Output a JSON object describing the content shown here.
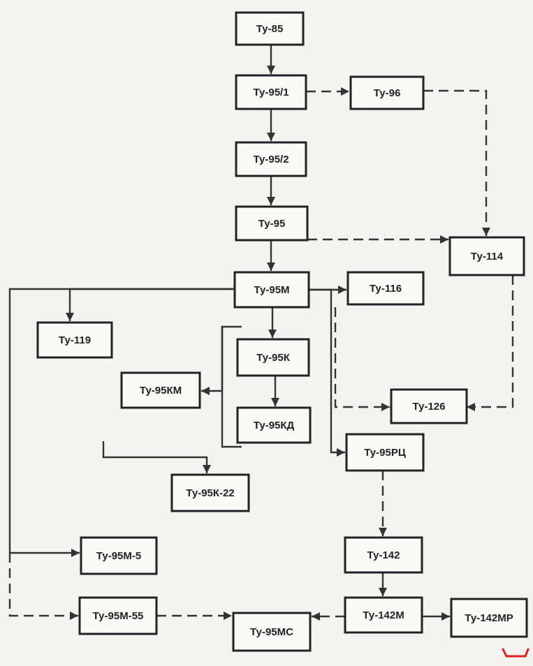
{
  "nodes": [
    {
      "id": "tu85",
      "label": "Ту-85"
    },
    {
      "id": "tu95-1",
      "label": "Ту-95/1"
    },
    {
      "id": "tu96",
      "label": "Ту-96"
    },
    {
      "id": "tu95-2",
      "label": "Ту-95/2"
    },
    {
      "id": "tu95",
      "label": "Ту-95"
    },
    {
      "id": "tu114",
      "label": "Ту-114"
    },
    {
      "id": "tu95m",
      "label": "Ту-95М"
    },
    {
      "id": "tu116",
      "label": "Ту-116"
    },
    {
      "id": "tu119",
      "label": "Ту-119"
    },
    {
      "id": "tu95k",
      "label": "Ту-95К"
    },
    {
      "id": "tu95km",
      "label": "Ту-95КМ"
    },
    {
      "id": "tu95kd",
      "label": "Ту-95КД"
    },
    {
      "id": "tu126",
      "label": "Ту-126"
    },
    {
      "id": "tu95rc",
      "label": "Ту-95РЦ"
    },
    {
      "id": "tu95k22",
      "label": "Ту-95К-22"
    },
    {
      "id": "tu95m5",
      "label": "Ту-95М-5"
    },
    {
      "id": "tu142",
      "label": "Ту-142"
    },
    {
      "id": "tu95m55",
      "label": "Ту-95М-55"
    },
    {
      "id": "tu142m",
      "label": "Ту-142М"
    },
    {
      "id": "tu142mr",
      "label": "Ту-142МР"
    },
    {
      "id": "tu95ms",
      "label": "Ту-95МС"
    }
  ],
  "edges": [
    {
      "from": "tu85",
      "to": "tu95-1",
      "style": "solid"
    },
    {
      "from": "tu95-1",
      "to": "tu96",
      "style": "dashed"
    },
    {
      "from": "tu95-1",
      "to": "tu95-2",
      "style": "solid"
    },
    {
      "from": "tu96",
      "to": "tu114",
      "style": "dashed"
    },
    {
      "from": "tu95-2",
      "to": "tu95",
      "style": "solid"
    },
    {
      "from": "tu95",
      "to": "tu114",
      "style": "dashed"
    },
    {
      "from": "tu95",
      "to": "tu95m",
      "style": "solid"
    },
    {
      "from": "tu95m",
      "to": "tu116",
      "style": "solid"
    },
    {
      "from": "tu95m",
      "to": "tu119",
      "style": "solid"
    },
    {
      "from": "tu95m",
      "to": "tu95k",
      "style": "solid"
    },
    {
      "from": "tu95m",
      "to": "tu95rc",
      "style": "solid"
    },
    {
      "from": "tu95m",
      "to": "tu95m5",
      "style": "solid"
    },
    {
      "from": "tu95m",
      "to": "tu126",
      "style": "dashed"
    },
    {
      "from": "tu114",
      "to": "tu126",
      "style": "dashed"
    },
    {
      "from": "tu95k",
      "to": "tu95kd",
      "style": "solid"
    },
    {
      "from": "tu95k",
      "to": "tu95km",
      "style": "solid"
    },
    {
      "from": "tu95k",
      "to": "tu95k22",
      "style": "solid"
    },
    {
      "from": "tu95rc",
      "to": "tu142",
      "style": "dashed"
    },
    {
      "from": "tu142",
      "to": "tu142m",
      "style": "solid"
    },
    {
      "from": "tu142m",
      "to": "tu142mr",
      "style": "solid"
    },
    {
      "from": "tu142m",
      "to": "tu95ms",
      "style": "dashed"
    },
    {
      "from": "tu95m",
      "to": "tu95m55",
      "style": "dashed"
    },
    {
      "from": "tu95m55",
      "to": "tu95ms",
      "style": "dashed"
    }
  ],
  "colors": {
    "box_stroke": "#222222",
    "line": "#333333",
    "paper": "#f4f3ef",
    "mark": "#e02020"
  }
}
